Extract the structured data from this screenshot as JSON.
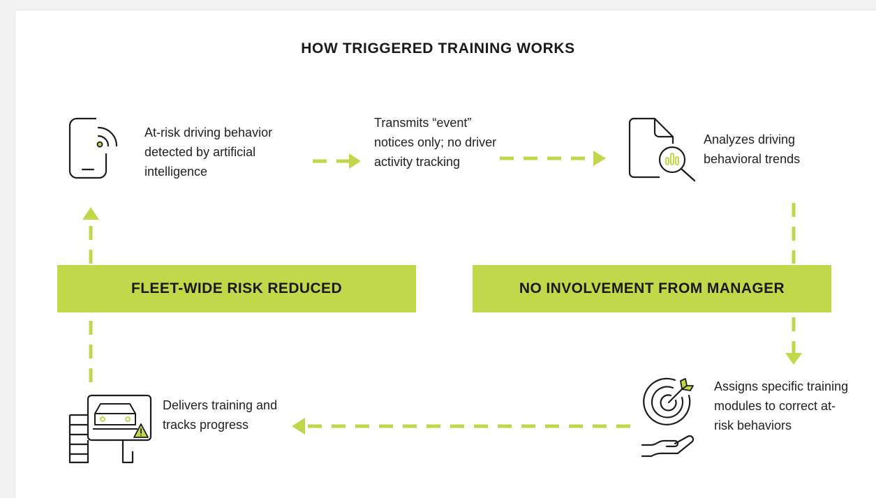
{
  "title": "HOW TRIGGERED TRAINING WORKS",
  "steps": {
    "detect": "At-risk driving behavior detected by artificial intelligence",
    "transmit": "Transmits “event” notices only; no driver activity tracking",
    "analyze": "Analyzes driving behavioral trends",
    "assign": "Assigns specific training modules to correct at-risk behaviors",
    "deliver": "Delivers training and tracks progress"
  },
  "banners": {
    "left": "FLEET-WIDE RISK REDUCED",
    "right": "NO INVOLVEMENT FROM MANAGER"
  },
  "icons": [
    "phone-signal-icon",
    "document-analysis-icon",
    "target-hand-icon",
    "training-screen-icon"
  ],
  "colors": {
    "accent": "#c2d84b",
    "text": "#1c1c1c"
  }
}
